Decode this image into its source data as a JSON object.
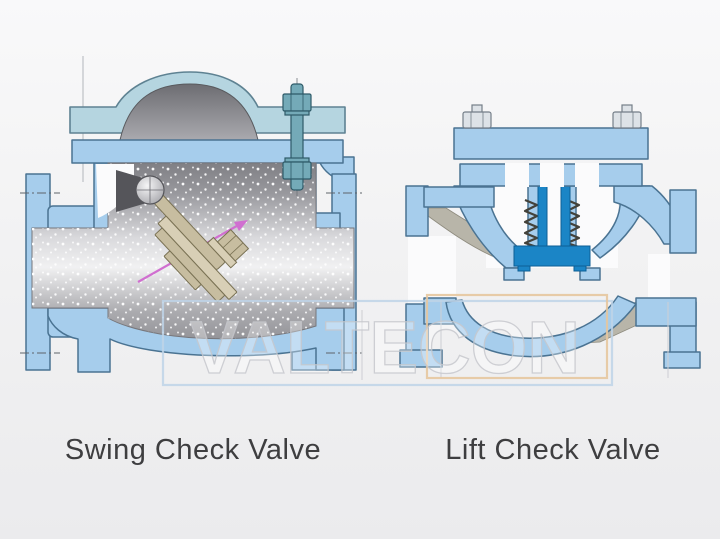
{
  "figure": {
    "type": "technical illustration comparing two check valve cross-sections",
    "left_caption": "Swing Check Valve",
    "right_caption": "Lift Check Valve",
    "watermark": "VALTECON"
  },
  "colors": {
    "background": "#f2f2f3",
    "body_blue": "#a6cdec",
    "body_outline": "#4a7392",
    "bonnet_teal": "#b5d5e0",
    "metal_gray": "#a9a9ad",
    "disc_tan": "#c7bda0",
    "bolt_teal": "#74aab8",
    "piston_blue": "#1b85c6",
    "spring_dark": "#44423a",
    "web_gray": "#b8b5a9",
    "arrow_magenta": "#d06fd0",
    "watermark_gray": "#c8c9ce",
    "frame_tan": "#e5c79e",
    "frame_blue": "#bed3e7",
    "caption_text": "#3e3e40"
  }
}
